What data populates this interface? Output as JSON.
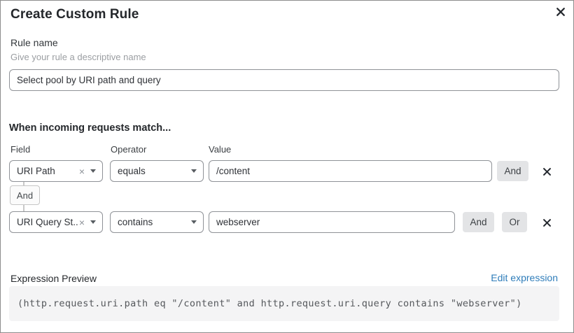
{
  "dialog": {
    "title": "Create Custom Rule"
  },
  "rule_name": {
    "label": "Rule name",
    "helper": "Give your rule a descriptive name",
    "value": "Select pool by URI path and query"
  },
  "match": {
    "heading": "When incoming requests match...",
    "columns": {
      "field": "Field",
      "operator": "Operator",
      "value": "Value"
    },
    "connector": "And",
    "rows": [
      {
        "field": "URI Path",
        "operator": "equals",
        "value": "/content",
        "buttons": [
          "And"
        ]
      },
      {
        "field": "URI Query St...",
        "operator": "contains",
        "value": "webserver",
        "buttons": [
          "And",
          "Or"
        ]
      }
    ]
  },
  "expression": {
    "label": "Expression Preview",
    "edit_link": "Edit expression",
    "code": "(http.request.uri.path eq \"/content\" and http.request.uri.query contains \"webserver\")"
  },
  "icons": {
    "clear": "×"
  },
  "colors": {
    "link_blue": "#2f7dba",
    "button_gray": "#e3e4e6",
    "code_bg": "#f4f4f5",
    "border_gray": "#8f9297"
  }
}
